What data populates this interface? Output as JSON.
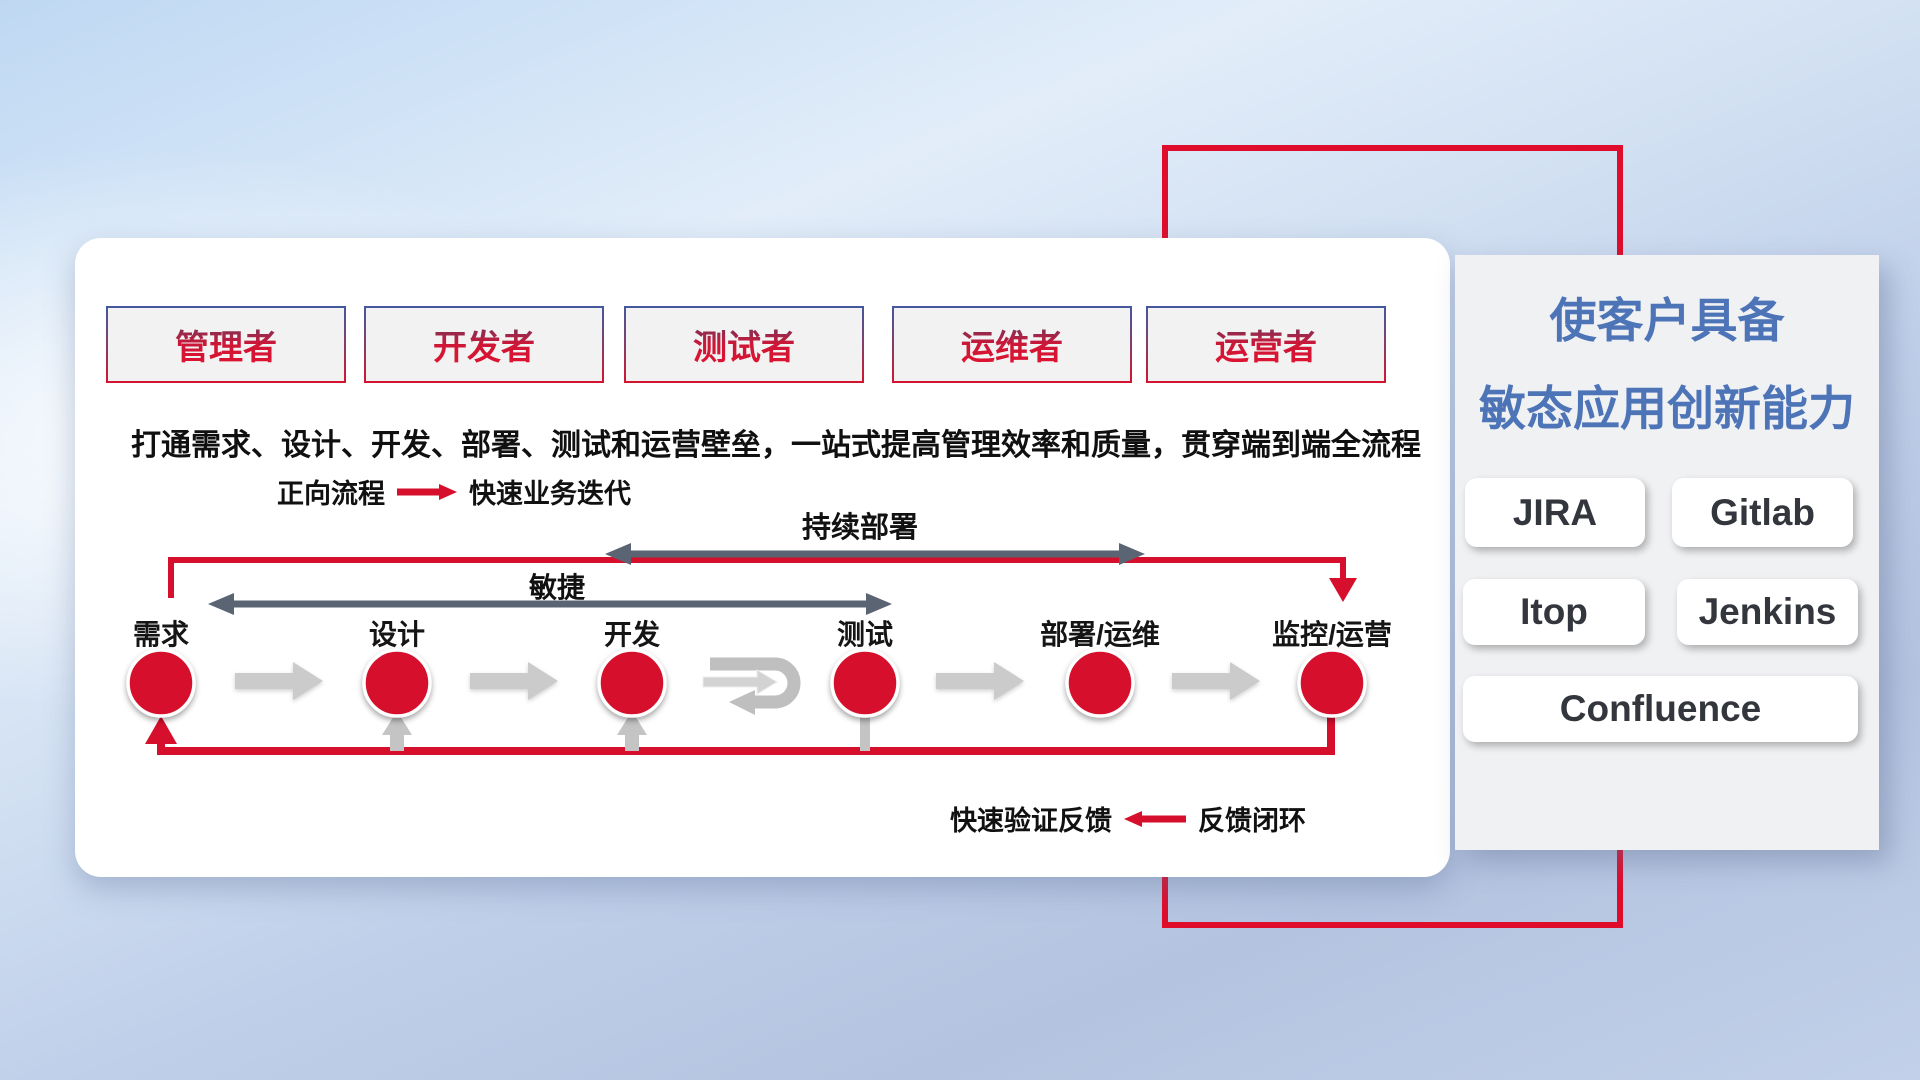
{
  "colors": {
    "accent_red": "#d50f2c",
    "slate_gray": "#5a6472",
    "gray_arrow": "#c9c9c9",
    "title_blue": "#4e74b8"
  },
  "roles": [
    "管理者",
    "开发者",
    "测试者",
    "运维者",
    "运营者"
  ],
  "description": "打通需求、设计、开发、部署、测试和运营壁垒，一站式提高管理效率和质量，贯穿端到端全流程",
  "legend_forward": {
    "label": "正向流程",
    "value": "快速业务迭代"
  },
  "arrow_labels": {
    "continuous_deploy": "持续部署",
    "agile": "敏捷"
  },
  "nodes": [
    "需求",
    "设计",
    "开发",
    "测试",
    "部署/运维",
    "监控/运营"
  ],
  "legend_feedback": {
    "label": "快速验证反馈",
    "value": "反馈闭环"
  },
  "panel": {
    "title_line1": "使客户具备",
    "title_line2": "敏态应用创新能力",
    "tools": [
      "JIRA",
      "Gitlab",
      "Itop",
      "Jenkins",
      "Confluence"
    ]
  }
}
